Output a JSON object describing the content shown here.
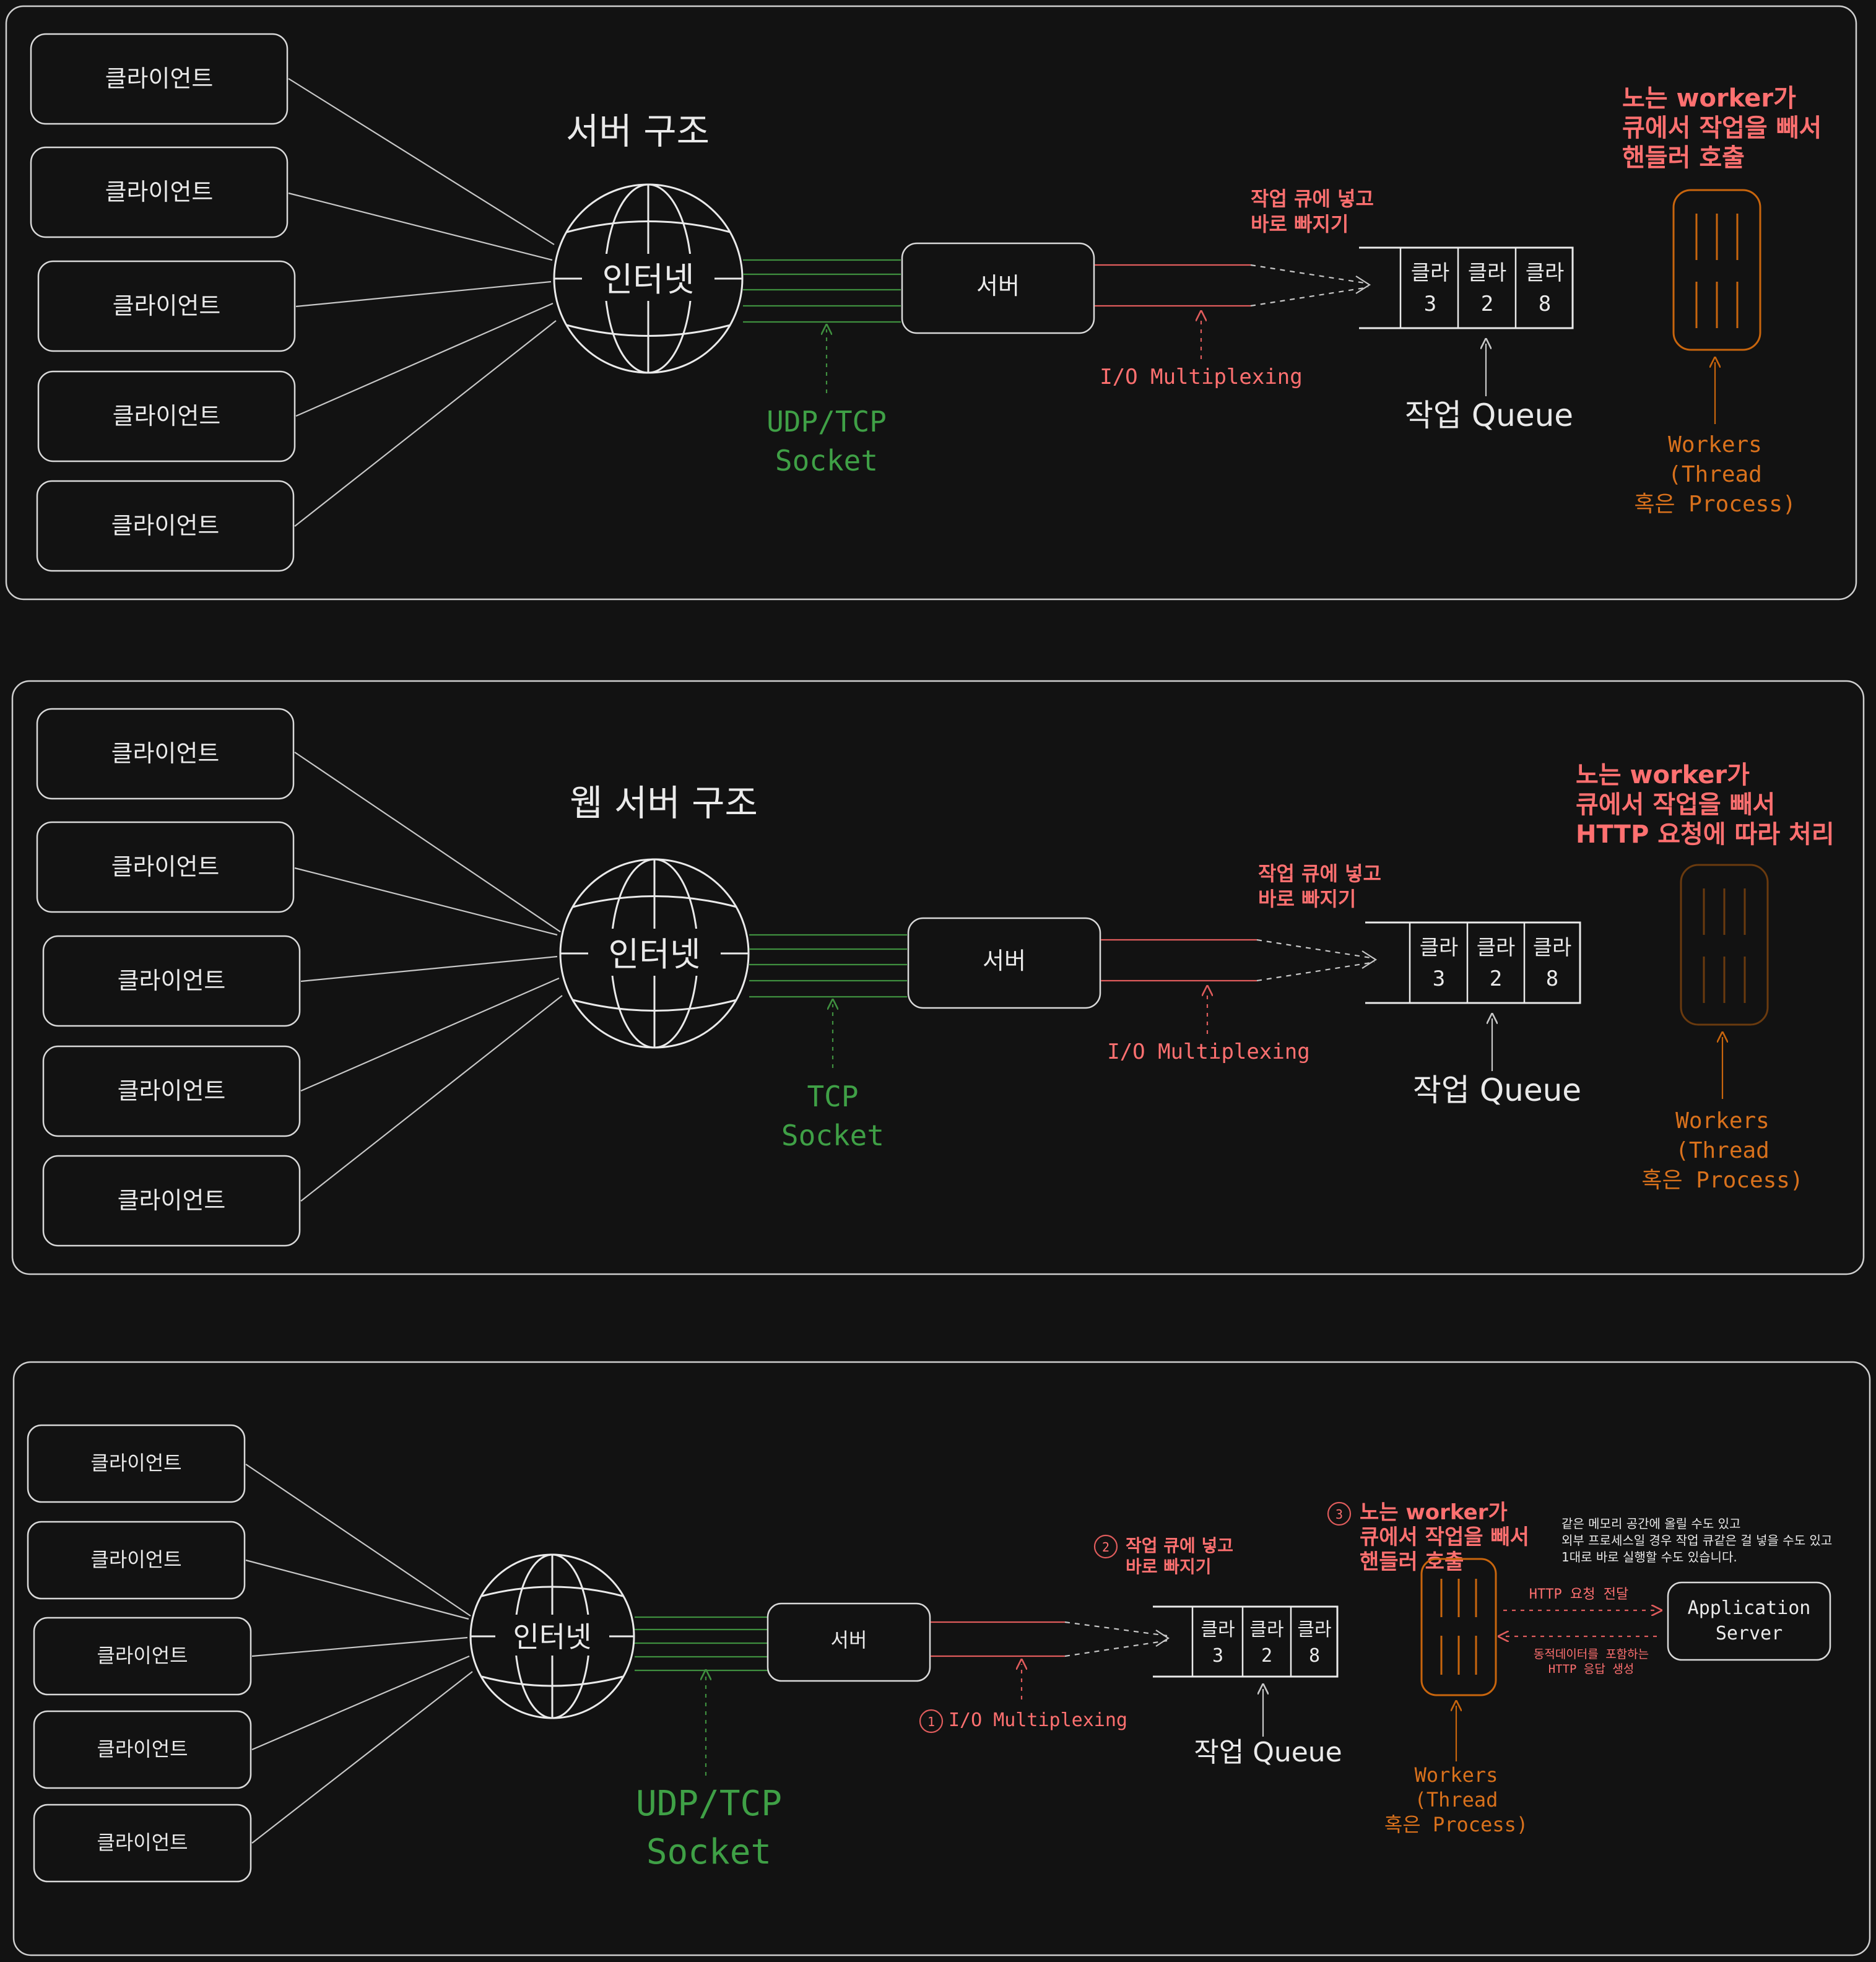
{
  "panels": [
    {
      "title": "서버 구조",
      "clients": [
        "클라이언트",
        "클라이언트",
        "클라이언트",
        "클라이언트",
        "클라이언트"
      ],
      "internet": "인터넷",
      "socket_line1": "UDP/TCP",
      "socket_line2": "Socket",
      "server": "서버",
      "queue_note_line1": "작업 큐에 넣고",
      "queue_note_line2": "바로 빠지기",
      "io": "I/O Multiplexing",
      "queue_cells": [
        {
          "top": "클라",
          "bottom": "3"
        },
        {
          "top": "클라",
          "bottom": "2"
        },
        {
          "top": "클라",
          "bottom": "8"
        }
      ],
      "queue_label": "작업 Queue",
      "worker_note": [
        "노는 worker가",
        "큐에서 작업을 빼서",
        "핸들러 호출"
      ],
      "workers_label": [
        "Workers",
        "(Thread",
        "혹은 Process)"
      ]
    },
    {
      "title": "웹 서버 구조",
      "clients": [
        "클라이언트",
        "클라이언트",
        "클라이언트",
        "클라이언트",
        "클라이언트"
      ],
      "internet": "인터넷",
      "socket_line1": "TCP",
      "socket_line2": "Socket",
      "server": "서버",
      "queue_note_line1": "작업 큐에 넣고",
      "queue_note_line2": "바로 빠지기",
      "io": "I/O Multiplexing",
      "queue_cells": [
        {
          "top": "클라",
          "bottom": "3"
        },
        {
          "top": "클라",
          "bottom": "2"
        },
        {
          "top": "클라",
          "bottom": "8"
        }
      ],
      "queue_label": "작업 Queue",
      "worker_note": [
        "노는 worker가",
        "큐에서 작업을 빼서",
        "HTTP 요청에 따라 처리"
      ],
      "workers_label": [
        "Workers",
        "(Thread",
        "혹은 Process)"
      ]
    },
    {
      "clients": [
        "클라이언트",
        "클라이언트",
        "클라이언트",
        "클라이언트",
        "클라이언트"
      ],
      "internet": "인터넷",
      "socket_line1": "UDP/TCP",
      "socket_line2": "Socket",
      "server": "서버",
      "step1": "1",
      "step2": "2",
      "step3": "3",
      "io": "I/O Multiplexing",
      "queue_note_line1": "작업 큐에 넣고",
      "queue_note_line2": "바로 빠지기",
      "queue_cells": [
        {
          "top": "클라",
          "bottom": "3"
        },
        {
          "top": "클라",
          "bottom": "2"
        },
        {
          "top": "클라",
          "bottom": "8"
        }
      ],
      "queue_label": "작업 Queue",
      "worker_note": [
        "노는 worker가",
        "큐에서 작업을 빼서",
        "핸들러 호출"
      ],
      "workers_label": [
        "Workers",
        "(Thread",
        "혹은 Process)"
      ],
      "memory_note": [
        "같은 메모리 공간에 올릴 수도 있고",
        "외부 프로세스일 경우 작업 큐같은 걸 넣을 수도 있고",
        "1대로 바로 실행할 수도 있습니다."
      ],
      "http_request": "HTTP 요청 전달",
      "http_response_line1": "동적데이터를 포함하는",
      "http_response_line2": "HTTP 응답 생성",
      "app_server_line1": "Application",
      "app_server_line2": "Server"
    }
  ]
}
